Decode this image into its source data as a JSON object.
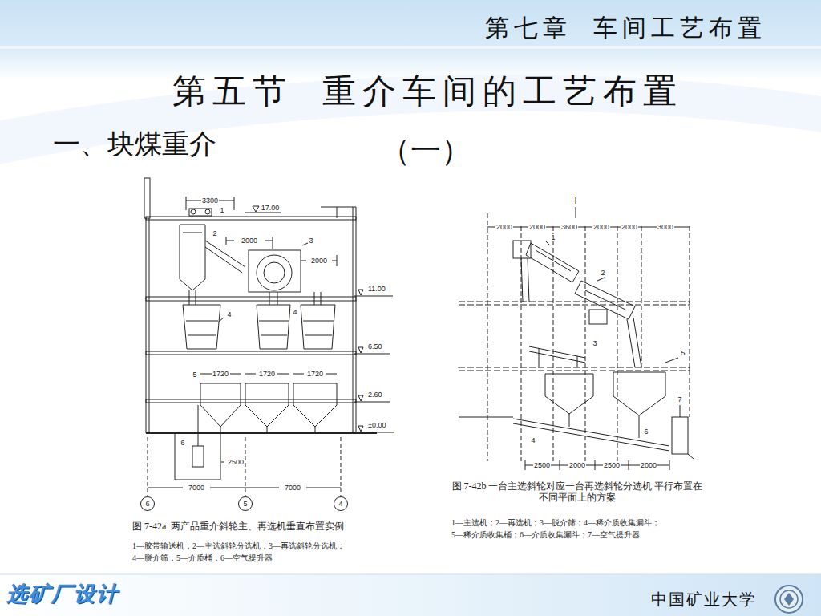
{
  "diagram": {
    "title": "第五节  重介车间的工艺布置",
    "nodes": [
      {
        "text": [
          "6"
        ]
      },
      {
        "text": [
          "5"
        ]
      },
      {
        "text": [
          "4"
        ]
      }
    ],
    "labels": [
      "第七章  车间工艺布置",
      "一、块煤重介",
      "（一）",
      "3300",
      "17.00",
      "1",
      "2",
      "3",
      "2000",
      "2000",
      "11.00",
      "4",
      "4",
      "6.50",
      "5",
      "1720",
      "1720",
      "1720",
      "2.60",
      "±0.00",
      "6",
      "2500",
      "7000",
      "7000",
      "图 7-42a  两产品重介斜轮主、再选机垂直布置实例",
      "1—胶带输送机；2—主选斜轮分选机；3—再选斜轮分选机；",
      "4—脱介筛；5—介质桶；6—空气提升器",
      "I",
      "2000",
      "2000",
      "3600",
      "2000",
      "2000",
      "3000",
      "1",
      "2",
      "3",
      "5",
      "4",
      "6",
      "7",
      "2500",
      "2000",
      "2500",
      "2000",
      "图 7-42b  一台主选斜轮对应一台再选斜轮分选机 平行布置在不同平面上的方案",
      "1—主选机；2—再选机；3—脱介筛；4—稀介质收集漏斗；",
      "5—稀介质收集桶；6—介质收集漏斗；7—空气提升器",
      "选矿厂设计",
      "中国矿业大学"
    ]
  }
}
